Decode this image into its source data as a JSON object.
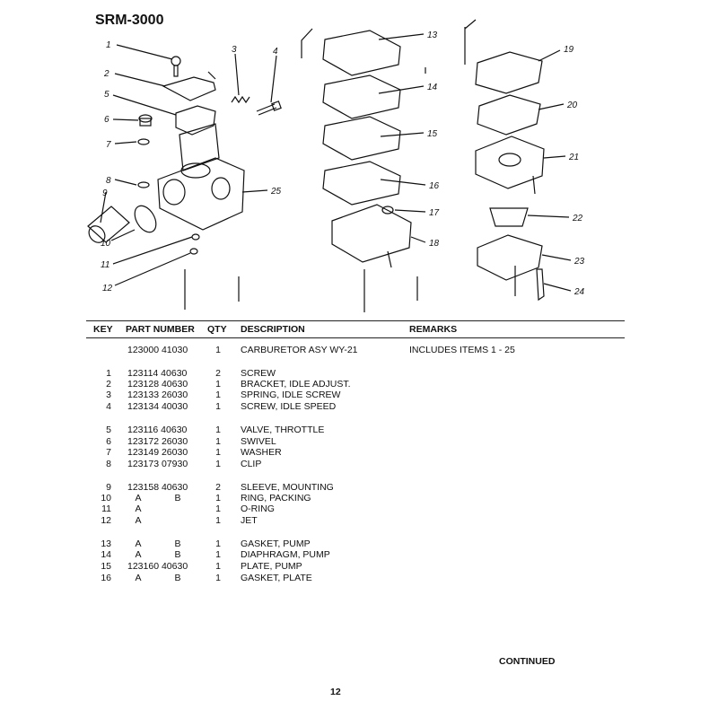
{
  "page": {
    "title": "SRM-3000",
    "continued": "CONTINUED",
    "page_number": "12"
  },
  "callouts": [
    "1",
    "2",
    "3",
    "4",
    "5",
    "6",
    "7",
    "8",
    "9",
    "10",
    "11",
    "12",
    "13",
    "14",
    "15",
    "16",
    "17",
    "18",
    "19",
    "20",
    "21",
    "22",
    "23",
    "24",
    "25"
  ],
  "table": {
    "headers": {
      "key": "KEY",
      "part_number": "PART NUMBER",
      "qty": "QTY",
      "description": "DESCRIPTION",
      "remarks": "REMARKS"
    },
    "rows": [
      {
        "key": "",
        "pa": "123000 41030",
        "pb": "",
        "pc": "",
        "qty": "1",
        "desc": "CARBURETOR ASY WY-21",
        "rem": "INCLUDES ITEMS 1 - 25"
      },
      {
        "key": "1",
        "pa": "123114 40630",
        "pb": "",
        "pc": "",
        "qty": "2",
        "desc": "SCREW",
        "rem": ""
      },
      {
        "key": "2",
        "pa": "123128 40630",
        "pb": "",
        "pc": "",
        "qty": "1",
        "desc": "BRACKET, IDLE ADJUST.",
        "rem": ""
      },
      {
        "key": "3",
        "pa": "123133 26030",
        "pb": "",
        "pc": "",
        "qty": "1",
        "desc": "SPRING, IDLE SCREW",
        "rem": ""
      },
      {
        "key": "4",
        "pa": "123134 40030",
        "pb": "",
        "pc": "",
        "qty": "1",
        "desc": "SCREW, IDLE SPEED",
        "rem": ""
      },
      {
        "key": "5",
        "pa": "123116 40630",
        "pb": "",
        "pc": "",
        "qty": "1",
        "desc": "VALVE, THROTTLE",
        "rem": ""
      },
      {
        "key": "6",
        "pa": "123172 26030",
        "pb": "",
        "pc": "",
        "qty": "1",
        "desc": "SWIVEL",
        "rem": ""
      },
      {
        "key": "7",
        "pa": "123149 26030",
        "pb": "",
        "pc": "",
        "qty": "1",
        "desc": "WASHER",
        "rem": ""
      },
      {
        "key": "8",
        "pa": "123173 07930",
        "pb": "",
        "pc": "",
        "qty": "1",
        "desc": "CLIP",
        "rem": ""
      },
      {
        "key": "9",
        "pa": "123158 40630",
        "pb": "",
        "pc": "",
        "qty": "2",
        "desc": "SLEEVE, MOUNTING",
        "rem": ""
      },
      {
        "key": "10",
        "pa": "",
        "pb": "A",
        "pc": "B",
        "qty": "1",
        "desc": "RING, PACKING",
        "rem": ""
      },
      {
        "key": "11",
        "pa": "",
        "pb": "A",
        "pc": "",
        "qty": "1",
        "desc": "O-RING",
        "rem": ""
      },
      {
        "key": "12",
        "pa": "",
        "pb": "A",
        "pc": "",
        "qty": "1",
        "desc": "JET",
        "rem": ""
      },
      {
        "key": "13",
        "pa": "",
        "pb": "A",
        "pc": "B",
        "qty": "1",
        "desc": "GASKET, PUMP",
        "rem": ""
      },
      {
        "key": "14",
        "pa": "",
        "pb": "A",
        "pc": "B",
        "qty": "1",
        "desc": "DIAPHRAGM, PUMP",
        "rem": ""
      },
      {
        "key": "15",
        "pa": "123160 40630",
        "pb": "",
        "pc": "",
        "qty": "1",
        "desc": "PLATE, PUMP",
        "rem": ""
      },
      {
        "key": "16",
        "pa": "",
        "pb": "A",
        "pc": "B",
        "qty": "1",
        "desc": "GASKET, PLATE",
        "rem": ""
      }
    ]
  }
}
